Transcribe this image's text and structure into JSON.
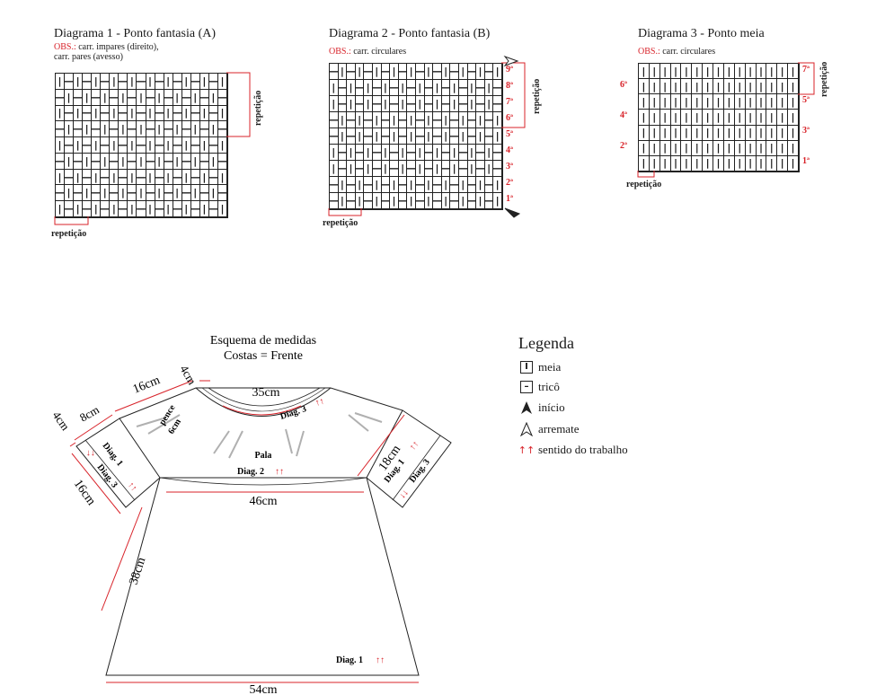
{
  "diagram1": {
    "title": "Diagrama 1 - Ponto fantasia (A)",
    "obs_prefix": "OBS.:",
    "obs_line1": "carr. impares (direito),",
    "obs_line2": "carr. pares (avesso)",
    "repeat_side": "repetição",
    "repeat_bottom": "repetição",
    "rows": [
      "I-I-I-I-I-I-I-I-I-I",
      "-I-I-I-I-I-I-I-I-I-",
      "I-I-I-I-I-I-I-I-I-I",
      "-I-I-I-I-I-I-I-I-I-",
      "I-I-I-I-I-I-I-I-I-I",
      "-I-I-I-I-I-I-I-I-I-",
      "I-I-I-I-I-I-I-I-I-I",
      "-I-I-I-I-I-I-I-I-I-",
      "I-I-I-I-I-I-I-I-I-I"
    ]
  },
  "diagram2": {
    "title": "Diagrama 2 - Ponto fantasia (B)",
    "obs_prefix": "OBS.:",
    "obs_text": "carr. circulares",
    "repeat_side": "repetição",
    "repeat_bottom": "repetição",
    "row_labels": [
      "9ª",
      "8ª",
      "7ª",
      "6ª",
      "5ª",
      "4ª",
      "3ª",
      "2ª",
      "1ª"
    ],
    "rows": [
      "-I-I-I-I-I-I-I-I-I-I",
      "I-I-I-I-I-I-I-I-I-I-",
      "I-I-I-I-I-I-I-I-I-I-",
      "-I-I-I-I-I-I-I-I-I-I",
      "-I-I-I-I-I-I-I-I-I-I",
      "I-I-I-I-I-I-I-I-I-I-",
      "I-I-I-I-I-I-I-I-I-I-",
      "-I-I-I-I-I-I-I-I-I-I",
      "-I-I-I-I-I-I-I-I-I-I"
    ]
  },
  "diagram3": {
    "title": "Diagrama  3 - Ponto meia",
    "obs_prefix": "OBS.:",
    "obs_text": "carr. circulares",
    "repeat_side": "repetição",
    "repeat_bottom": "repetição",
    "labels_right": [
      "7ª",
      "5ª",
      "3ª",
      "1ª"
    ],
    "labels_left": [
      "6ª",
      "4ª",
      "2ª"
    ],
    "rows": 7,
    "cols": 15
  },
  "scheme": {
    "title": "Esquema de medidas",
    "subtitle": "Costas = Frente",
    "m_35": "35cm",
    "m_16_top": "16cm",
    "m_4_top": "4cm",
    "m_8": "8cm",
    "m_4_left": "4cm",
    "m_16_sleeve": "16cm",
    "m_18": "18cm",
    "m_46": "46cm",
    "m_38": "38cm",
    "m_54": "54cm",
    "pence": "pence",
    "pence_cm": "6cm",
    "pala": "Pala",
    "diag2": "Diag. 2",
    "diag3_neck": "Diag. 3",
    "diag1_left": "Diag. 1",
    "diag3_left": "Diag. 3",
    "diag1_right": "Diag. 1",
    "diag3_right": "Diag. 3",
    "diag1_bottom": "Diag. 1"
  },
  "legend": {
    "title": "Legenda",
    "meia_symbol": "I",
    "meia": "meia",
    "trico_symbol": "–",
    "trico": "tricô",
    "inicio": "início",
    "arremate": "arremate",
    "arrows": "↑↑",
    "sentido": "sentido do trabalho"
  },
  "colors": {
    "accent": "#d8232a",
    "line": "#222222"
  }
}
